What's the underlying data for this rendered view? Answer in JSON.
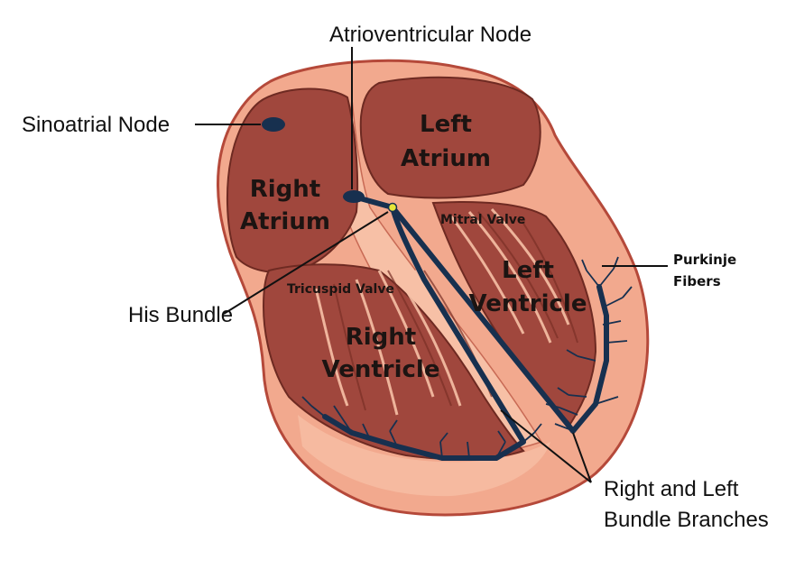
{
  "labels": {
    "sinoatrial_node": "Sinoatrial Node",
    "av_node": "Atrioventricular Node",
    "his_bundle": "His Bundle",
    "purkinje": [
      "Purkinje",
      "Fibers"
    ],
    "bundle_branches": [
      "Right and Left",
      "Bundle Branches"
    ],
    "right_atrium": [
      "Right",
      "Atrium"
    ],
    "left_atrium": [
      "Left",
      "Atrium"
    ],
    "right_ventricle": [
      "Right",
      "Ventricle"
    ],
    "left_ventricle": [
      "Left",
      "Ventricle"
    ],
    "mitral_valve": "Mitral Valve",
    "tricuspid_valve": "Tricuspid Valve"
  },
  "colors": {
    "heart_outer": "#f2a98e",
    "heart_edge": "#b5493a",
    "chamber_fill": "#a0473d",
    "chamber_light": "#f7c0a6",
    "muscle_dark": "#8a3b31",
    "conduction": "#17304f",
    "his_node": "#e6e63a"
  }
}
